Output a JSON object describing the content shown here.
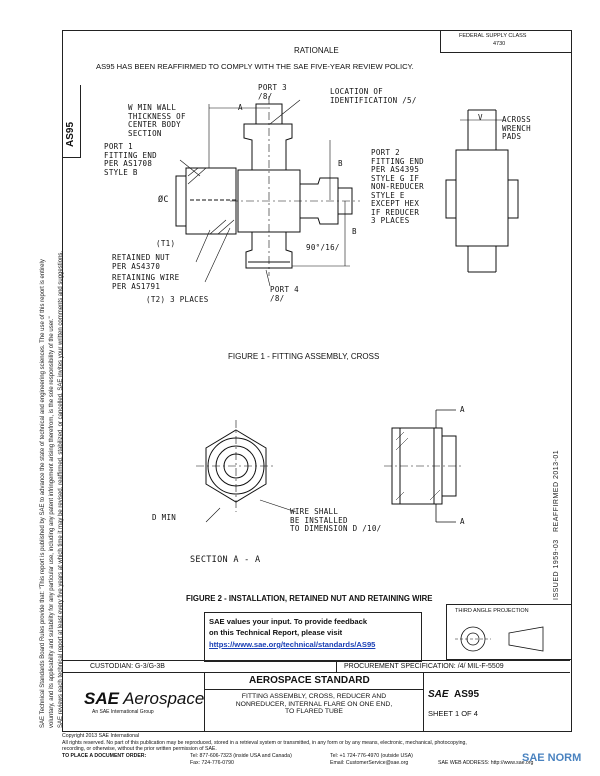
{
  "header": {
    "rationale": "RATIONALE",
    "statement": "AS95 HAS BEEN REAFFIRMED TO COMPLY WITH THE SAE FIVE-YEAR REVIEW POLICY.",
    "fsc_label": "FEDERAL SUPPLY CLASS",
    "fsc_value": "4730",
    "doc_id": "AS95"
  },
  "figure1": {
    "caption": "FIGURE 1 - FITTING ASSEMBLY, CROSS",
    "labels": {
      "port3": "PORT 3\n/8/",
      "wall": "W MIN WALL\nTHICKNESS OF\nCENTER BODY\nSECTION",
      "location": "LOCATION OF\nIDENTIFICATION /5/",
      "port1": "PORT 1\nFITTING END\nPER AS1708\nSTYLE B",
      "port2": "PORT 2\nFITTING END\nPER AS4395\nSTYLE G IF\nNON-REDUCER\nSTYLE E\nEXCEPT HEX\nIF REDUCER\n3 PLACES",
      "across": "ACROSS\nWRENCH\nPADS",
      "dia_c": "ØC",
      "t1": "(T1)",
      "retained_nut": "RETAINED NUT\nPER AS4370",
      "retaining_wire": "RETAINING WIRE\nPER AS1791",
      "angle": "90°/16/",
      "t2": "(T2) 3 PLACES",
      "port4": "PORT 4\n/8/",
      "dim_a": "A",
      "dim_b": "B",
      "dim_v": "V"
    }
  },
  "figure2": {
    "caption": "FIGURE 2 - INSTALLATION, RETAINED NUT AND RETAINING WIRE",
    "labels": {
      "d_min": "D MIN",
      "wire_note": "WIRE SHALL\nBE INSTALLED\nTO DIMENSION D /10/",
      "section": "SECTION A - A",
      "a": "A"
    }
  },
  "feedback": {
    "line1": "SAE values your input. To provide feedback",
    "line2": "on this Technical Report, please visit",
    "link": "https://www.sae.org/technical/standards/AS95"
  },
  "projection": {
    "label": "THIRD ANGLE PROJECTION"
  },
  "custodian": "CUSTODIAN: G-3/G-3B",
  "procurement": "PROCUREMENT SPECIFICATION: /4/ MIL-F-5509",
  "title_block": {
    "brand_sae": "SAE",
    "brand_rest": "Aerospace",
    "brand_sub": "An SAE International Group",
    "standard": "AEROSPACE STANDARD",
    "title": "FITTING ASSEMBLY, CROSS, REDUCER AND\nNONREDUCER, INTERNAL FLARE ON ONE END,\nTO FLARED TUBE",
    "sae": "SAE",
    "number": "AS95",
    "sheet": "SHEET 1 OF 4"
  },
  "issued": "ISSUED 1959-03",
  "reaffirmed": "REAFFIRMED 2013-01",
  "side_notes": {
    "line1": "SAE Technical Standards Board Rules provide that: \"This report is published by SAE to advance the state of technical and engineering sciences. The use of this report is entirely",
    "line2": "voluntary, and its applicability and suitability for any particular use, including any patent infringement arising therefrom, is the sole responsibility of the user.\"",
    "line3": "SAE reviews each technical report at least every five years at which time it may be revised, reaffirmed, stabilized, or cancelled. SAE invites your written comments and suggestions."
  },
  "footer": {
    "copyright": "Copyright 2013 SAE International",
    "rights1": "All rights reserved. No part of this publication may be reproduced, stored in a retrieval system or transmitted, in any form or by any means, electronic, mechanical, photocopying,",
    "rights2": "recording, or otherwise, without the prior written permission of SAE.",
    "order": "TO PLACE A DOCUMENT ORDER:",
    "tel1": "Tel: 877-606-7323 (inside USA and Canada)",
    "tel2": "Tel: +1 724-776-4970 (outside USA)",
    "fax": "Fax: 724-776-0790",
    "email": "Email: CustomerService@sae.org",
    "web": "SAE WEB ADDRESS: http://www.sae.org",
    "watermark": "SAE NORM"
  }
}
